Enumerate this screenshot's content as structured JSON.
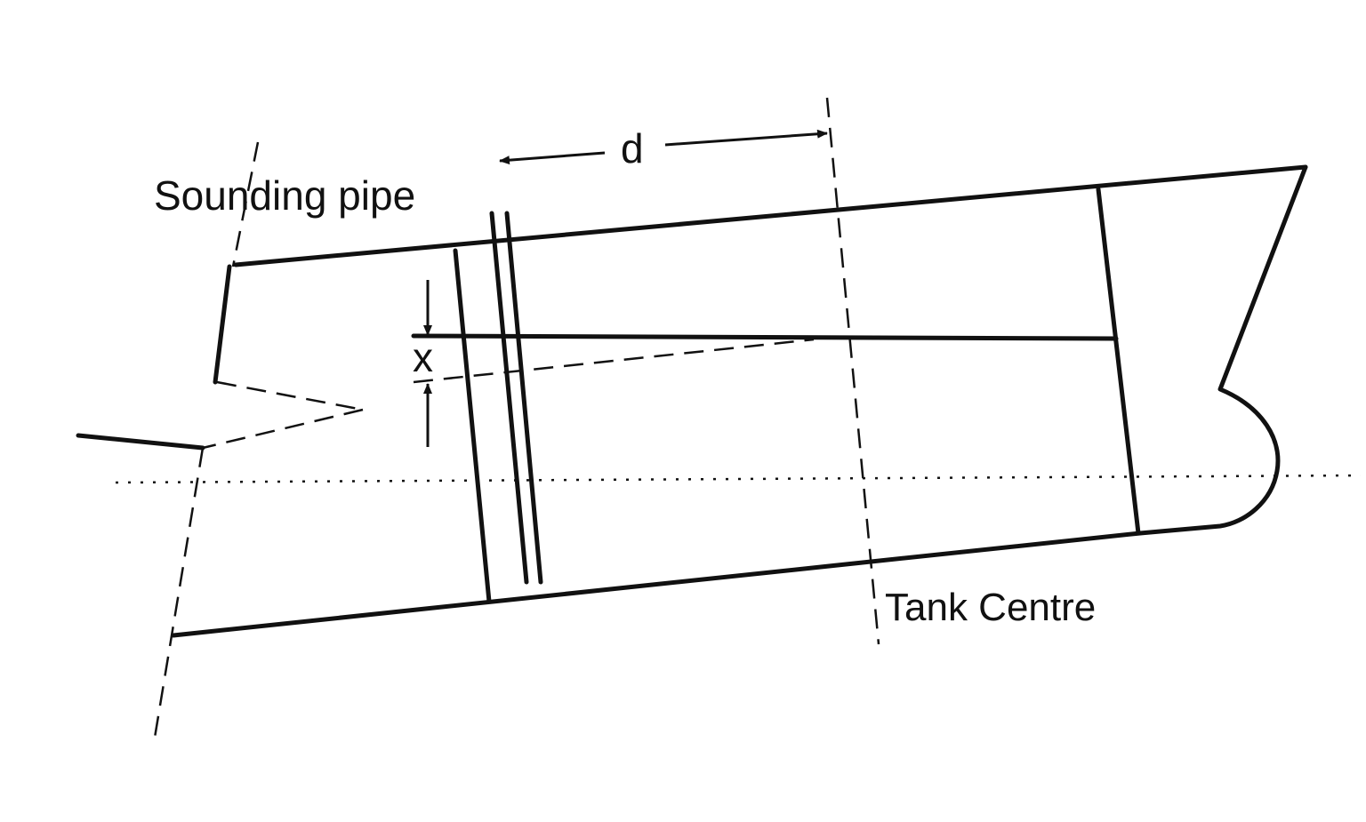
{
  "labels": {
    "sounding_pipe": "Sounding pipe",
    "tank_centre": "Tank Centre",
    "distance": "d",
    "offset": "x"
  }
}
